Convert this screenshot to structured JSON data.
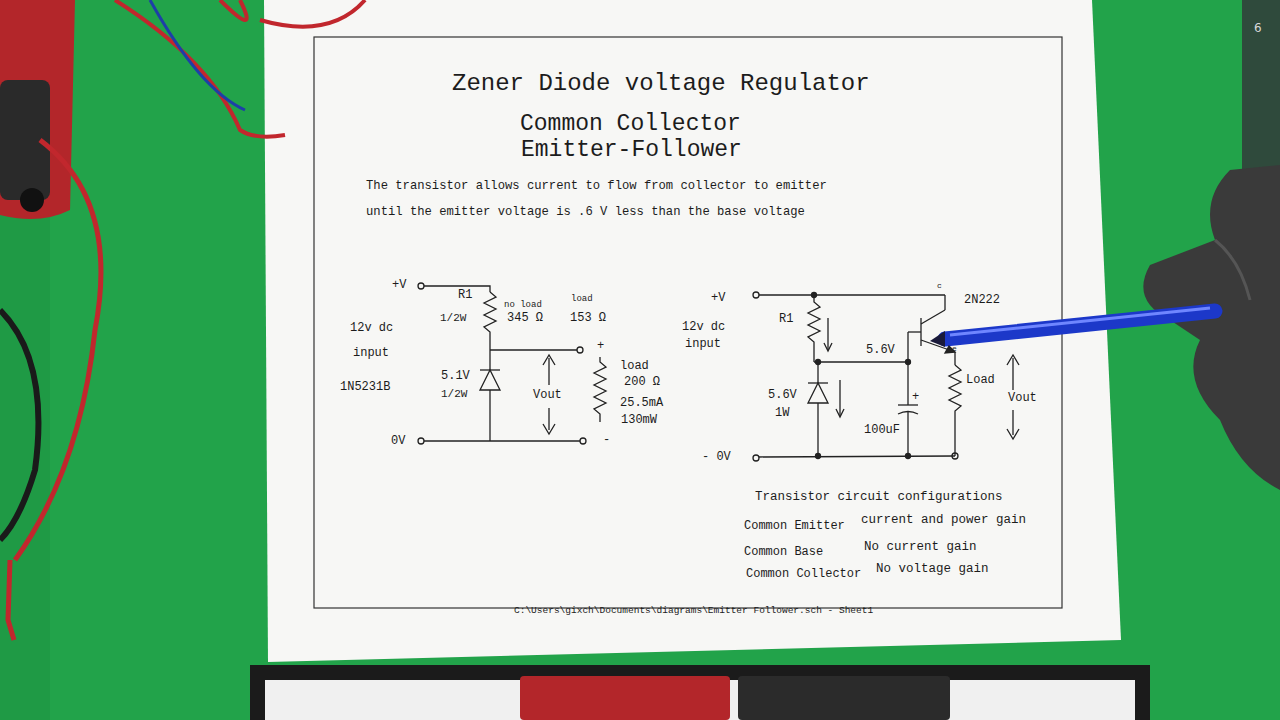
{
  "diagram": {
    "title": "Zener Diode voltage Regulator",
    "caption": "C:\\Users\\gixch\\Documents\\diagrams\\Emitter Follower.sch - Sheet1",
    "labels": [
      "Common Collector",
      "Emitter-Follower",
      "The transistor allows current to flow from collector to emitter",
      "until the emitter voltage is .6 V less than the base voltage",
      "+V",
      "R1",
      "1/2W",
      "no load",
      "345 Ω",
      "load",
      "153 Ω",
      "12v dc",
      "input",
      "1N5231B",
      "5.1V",
      "1/2W",
      "+",
      "Vout",
      "load",
      "200 Ω",
      "25.5mA",
      "130mW",
      "0V",
      "-",
      "+V",
      "12v dc",
      "input",
      "R1",
      "5.6V",
      "2N222",
      "c",
      "e",
      "5.6V",
      "1W",
      "+",
      "100uF",
      "Load",
      "Vout",
      "- 0V",
      "Transistor circuit configurations",
      "Common Emitter",
      "current and power gain",
      "Common Base",
      "No current gain",
      "Common Collector",
      "No voltage gain",
      "6"
    ]
  }
}
